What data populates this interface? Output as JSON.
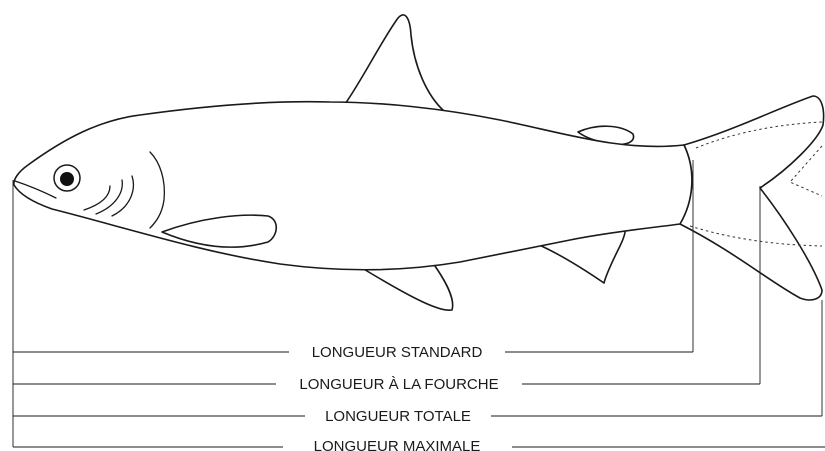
{
  "diagram": {
    "measurements": [
      {
        "label": "LONGUEUR STANDARD"
      },
      {
        "label": "LONGUEUR À LA FOURCHE"
      },
      {
        "label": "LONGUEUR TOTALE"
      },
      {
        "label": "LONGUEUR MAXIMALE"
      }
    ],
    "colors": {
      "line": "#1a1a1a",
      "fill": "#ffffff"
    }
  }
}
